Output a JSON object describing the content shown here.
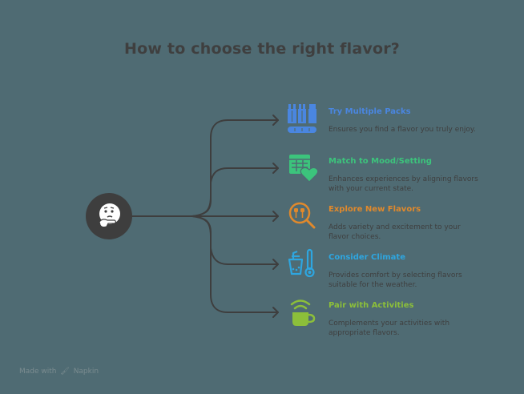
{
  "title": "How to choose the right flavor?",
  "center": {
    "icon": "thinking-face-icon"
  },
  "colors": {
    "background": "#4f6b73",
    "connector": "#3e3e3e",
    "center_node": "#3e3e3e",
    "text": "#3f3f3f"
  },
  "items": [
    {
      "label": "Try Multiple Packs",
      "description": "Ensures you find a flavor you truly enjoy.",
      "icon": "drink-packs-icon",
      "color": "#4a86e0"
    },
    {
      "label": "Match to Mood/Setting",
      "description": "Enhances experiences by aligning flavors with your current state.",
      "icon": "calendar-heart-icon",
      "color": "#3cc47c"
    },
    {
      "label": "Explore New Flavors",
      "description": "Adds variety and excitement to your flavor choices.",
      "icon": "magnifier-utensils-icon",
      "color": "#e0892c"
    },
    {
      "label": "Consider Climate",
      "description": "Provides comfort by selecting flavors suitable for the weather.",
      "icon": "drink-thermometer-icon",
      "color": "#2ea6e0"
    },
    {
      "label": "Pair with Activities",
      "description": "Complements your activities with appropriate flavors.",
      "icon": "wifi-coffee-icon",
      "color": "#8cbf3a"
    }
  ],
  "footer": {
    "text": "Made with",
    "brand": "Napkin"
  }
}
